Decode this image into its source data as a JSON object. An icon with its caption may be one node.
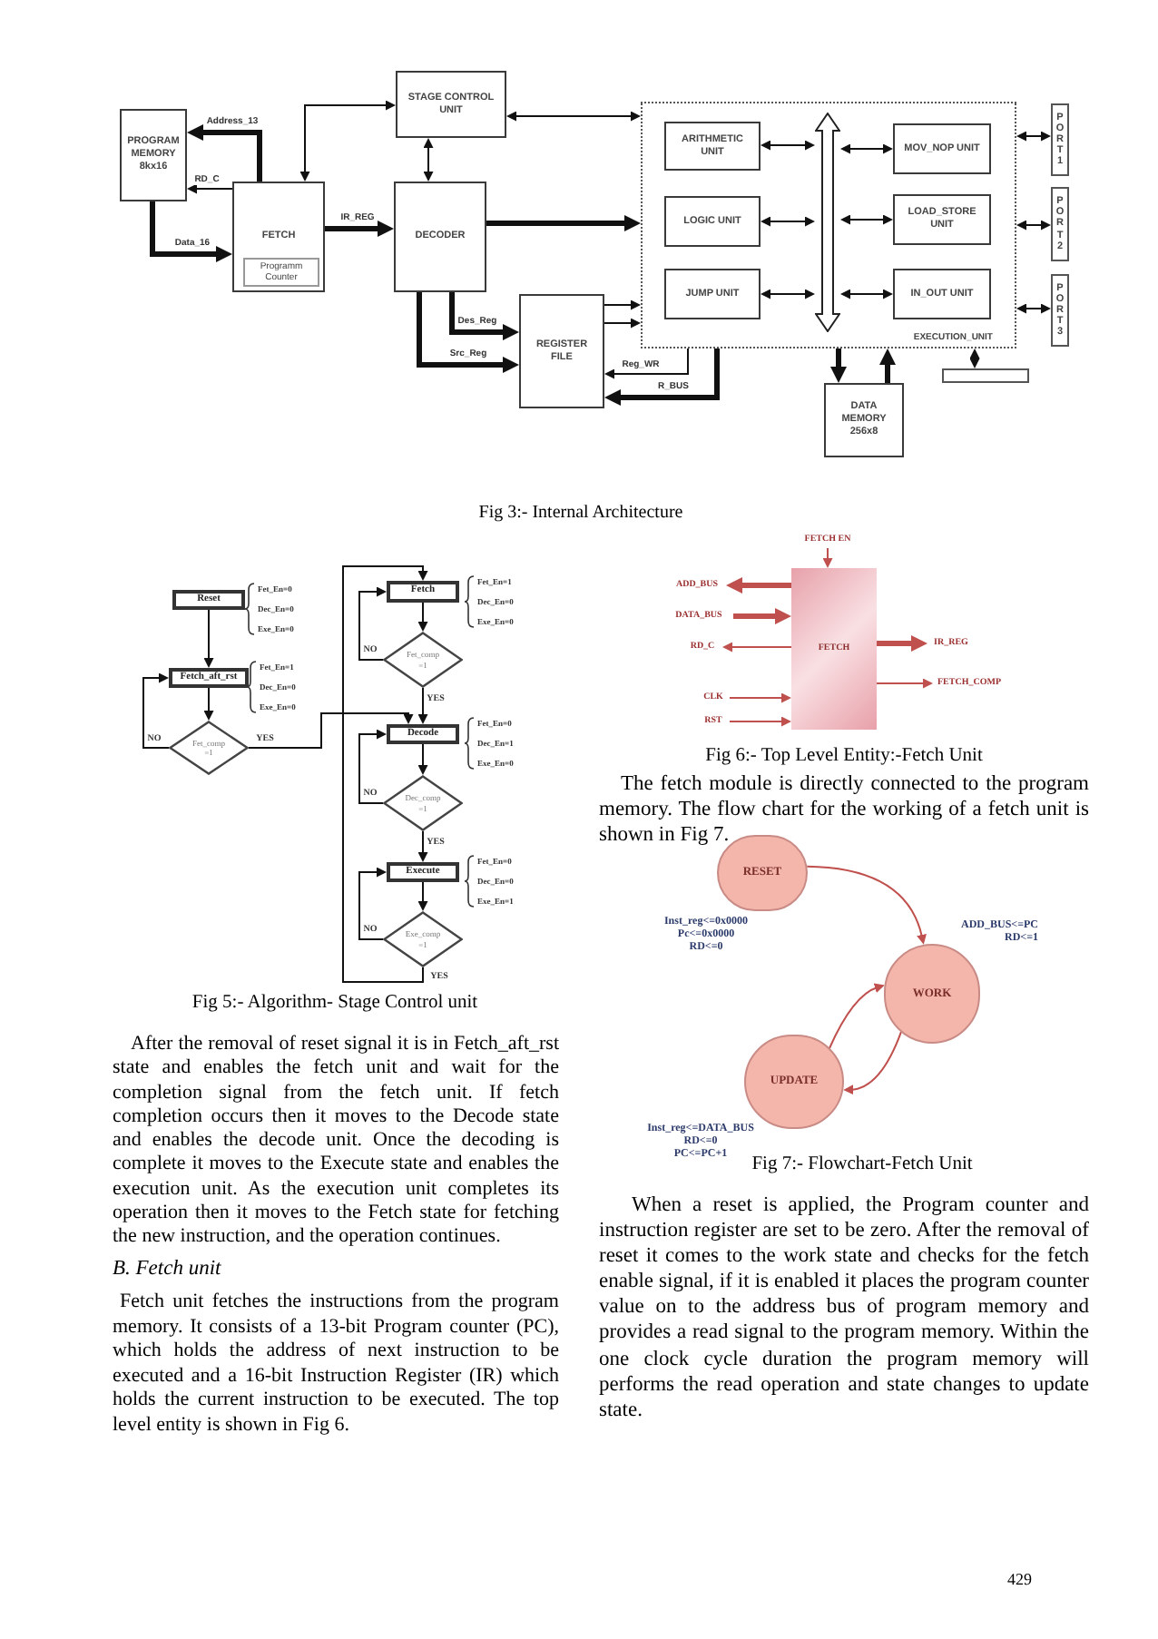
{
  "diagram": {
    "nodes": [
      {
        "text": [
          "PROGRAM MEMORY 8kx16"
        ]
      },
      {
        "text": [
          "FETCH"
        ]
      },
      {
        "text": [
          "Programm Counter"
        ],
        "in": 1
      },
      {
        "text": [
          "STAGE CONTROL UNIT"
        ]
      },
      {
        "text": [
          "DECODER"
        ]
      },
      {
        "text": [
          "REGISTER FILE"
        ]
      },
      {
        "text": [
          "EXECUTION_UNIT"
        ]
      },
      {
        "text": [
          "ARITHMETIC UNIT"
        ],
        "in": 6
      },
      {
        "text": [
          "LOGIC UNIT"
        ],
        "in": 6
      },
      {
        "text": [
          "JUMP UNIT"
        ],
        "in": 6
      },
      {
        "text": [],
        "shape": "bar",
        "in": 6
      },
      {
        "text": [
          "MOV_NOP UNIT"
        ],
        "in": 6
      },
      {
        "text": [
          "LOAD_STORE UNIT"
        ],
        "in": 6
      },
      {
        "text": [
          "IN_OUT UNIT"
        ],
        "in": 6
      },
      {
        "text": [
          "PORT1"
        ]
      },
      {
        "text": [
          "PORT2"
        ]
      },
      {
        "text": [
          "PORT3"
        ]
      },
      {
        "text": [],
        "shape": "box"
      },
      {
        "text": [
          "DATA MEMORY 256x8"
        ]
      },
      {
        "text": [
          "Reset"
        ],
        "beside": [
          "Fet_En=0",
          "Dec_En=0",
          "Exe_En=0"
        ]
      },
      {
        "text": [
          "Fetch_aft_rst"
        ],
        "beside": [
          "Fet_En=1",
          "Dec_En=0",
          "Exe_En=0"
        ]
      },
      {
        "text": [
          "Fet_comp =1"
        ]
      },
      {
        "text": [
          "Fetch"
        ],
        "beside": [
          "Fet_En=1",
          "Dec_En=0",
          "Exe_En=0"
        ]
      },
      {
        "text": [
          "Fet_comp =1"
        ]
      },
      {
        "text": [
          "Decode"
        ],
        "beside": [
          "Fet_En=0",
          "Dec_En=1",
          "Exe_En=0"
        ]
      },
      {
        "text": [
          "Dec_comp =1"
        ]
      },
      {
        "text": [
          "Execute"
        ],
        "beside": [
          "Fet_En=0",
          "Dec_En=0",
          "Exe_En=1"
        ]
      },
      {
        "text": [
          "Exe_comp =1"
        ]
      },
      {
        "text": [
          "FETCH EN"
        ]
      },
      {
        "text": [
          "ADD_BUS"
        ]
      },
      {
        "text": [
          "DATA_BUS"
        ]
      },
      {
        "text": [
          "RD_C"
        ]
      },
      {
        "text": [
          "FETCH"
        ]
      },
      {
        "text": [
          "IR_REG"
        ]
      },
      {
        "text": [
          "FETCH_COMP"
        ]
      },
      {
        "text": [
          "CLK"
        ]
      },
      {
        "text": [
          "RST"
        ]
      },
      {
        "text": [
          "RESET"
        ],
        "beside": [
          "Inst_reg<=0x0000",
          "Pc<=0x0000",
          "RD<=0"
        ]
      },
      {
        "text": [
          "WORK"
        ],
        "beside": [
          "ADD_BUS<=PC",
          "RD<=1"
        ]
      },
      {
        "text": [
          "UPDATE"
        ],
        "beside": [
          "Inst_reg<=DATA_BUS",
          "RD<=0",
          "PC<=PC+1"
        ]
      }
    ],
    "edges": [
      {
        "from": 1,
        "to": 0,
        "arrow": "to",
        "label": "Address_13",
        "style": "thick"
      },
      {
        "from": 1,
        "to": 0,
        "arrow": "to",
        "label": "RD_C"
      },
      {
        "from": 0,
        "to": 1,
        "arrow": "to",
        "label": "Data_16",
        "style": "thick"
      },
      {
        "from": 1,
        "to": 3,
        "arrow": "both"
      },
      {
        "from": 3,
        "to": 4,
        "arrow": "both"
      },
      {
        "from": 3,
        "to": 6,
        "arrow": "both"
      },
      {
        "from": 1,
        "to": 4,
        "arrow": "to",
        "label": "IR_REG",
        "style": "thick"
      },
      {
        "from": 4,
        "to": 6,
        "arrow": "to",
        "style": "thick"
      },
      {
        "from": 4,
        "to": 5,
        "arrow": "to",
        "label": "Des_Reg",
        "style": "thick"
      },
      {
        "from": 4,
        "to": 5,
        "arrow": "to",
        "label": "Src_Reg",
        "style": "thick"
      },
      {
        "from": 5,
        "to": 6,
        "arrow": "to"
      },
      {
        "from": 5,
        "to": 6,
        "arrow": "to"
      },
      {
        "from": 6,
        "to": 5,
        "arrow": "to",
        "label": "Reg_WR"
      },
      {
        "from": 6,
        "to": 5,
        "arrow": "to",
        "label": "R_BUS",
        "style": "thick"
      },
      {
        "from": 7,
        "to": 10,
        "arrow": "both"
      },
      {
        "from": 8,
        "to": 10,
        "arrow": "both"
      },
      {
        "from": 9,
        "to": 10,
        "arrow": "both"
      },
      {
        "from": 10,
        "to": 11,
        "arrow": "both"
      },
      {
        "from": 10,
        "to": 12,
        "arrow": "both"
      },
      {
        "from": 10,
        "to": 13,
        "arrow": "both"
      },
      {
        "from": 6,
        "to": 14,
        "arrow": "both"
      },
      {
        "from": 6,
        "to": 15,
        "arrow": "both"
      },
      {
        "from": 6,
        "to": 16,
        "arrow": "both"
      },
      {
        "from": 6,
        "to": 18,
        "arrow": "to",
        "style": "thick"
      },
      {
        "from": 18,
        "to": 6,
        "arrow": "to",
        "style": "thick"
      },
      {
        "from": 6,
        "to": 17,
        "arrow": "both"
      },
      {
        "from": 19,
        "to": 20,
        "arrow": "to"
      },
      {
        "from": 20,
        "to": 21,
        "arrow": "to"
      },
      {
        "from": 21,
        "to": 20,
        "arrow": "to",
        "label": "NO"
      },
      {
        "from": 21,
        "to": 24,
        "arrow": "to",
        "label": "YES"
      },
      {
        "from": 22,
        "to": 23,
        "arrow": "to"
      },
      {
        "from": 23,
        "to": 22,
        "arrow": "to",
        "label": "NO"
      },
      {
        "from": 23,
        "to": 24,
        "arrow": "to",
        "label": "YES"
      },
      {
        "from": 24,
        "to": 25,
        "arrow": "to"
      },
      {
        "from": 25,
        "to": 24,
        "arrow": "to",
        "label": "NO"
      },
      {
        "from": 25,
        "to": 26,
        "arrow": "to",
        "label": "YES"
      },
      {
        "from": 26,
        "to": 27,
        "arrow": "to"
      },
      {
        "from": 27,
        "to": 26,
        "arrow": "to",
        "label": "NO"
      },
      {
        "from": 27,
        "to": 22,
        "arrow": "to",
        "label": "YES"
      },
      {
        "from": 28,
        "to": 32,
        "arrow": "to",
        "color": "#c0504d"
      },
      {
        "from": 32,
        "to": 29,
        "arrow": "to",
        "style": "thick",
        "color": "#c0504d"
      },
      {
        "from": 30,
        "to": 32,
        "arrow": "to",
        "style": "thick",
        "color": "#c0504d"
      },
      {
        "from": 32,
        "to": 31,
        "arrow": "to",
        "color": "#c0504d"
      },
      {
        "from": 32,
        "to": 33,
        "arrow": "to",
        "style": "thick",
        "color": "#c0504d"
      },
      {
        "from": 32,
        "to": 34,
        "arrow": "to",
        "color": "#c0504d"
      },
      {
        "from": 35,
        "to": 32,
        "arrow": "to",
        "color": "#c0504d"
      },
      {
        "from": 36,
        "to": 32,
        "arrow": "to",
        "color": "#c0504d"
      },
      {
        "from": 37,
        "to": 38,
        "arrow": "to",
        "color": "#c0504d"
      },
      {
        "from": 39,
        "to": 38,
        "arrow": "to",
        "color": "#c0504d"
      },
      {
        "from": 38,
        "to": 39,
        "arrow": "to",
        "color": "#c0504d"
      }
    ],
    "labels": [
      "Fig 3:- Internal Architecture",
      "Fig 5:- Algorithm- Stage Control unit",
      "After the removal of reset signal it is in Fetch_aft_rst state and enables the fetch unit and wait for the completion signal from the fetch unit. If fetch completion occurs then it moves to the Decode state and enables the decode unit. Once the decoding is complete it moves to the Execute state and enables the execution unit. As the execution unit completes its operation then it moves to the Fetch state for fetching the new instruction, and the operation continues.",
      "B. Fetch unit",
      "Fetch unit fetches the instructions from the program memory. It consists of a 13-bit Program counter (PC), which holds the address of next instruction to be executed and a 16-bit Instruction Register (IR) which holds the current instruction to be executed. The top level entity is shown in Fig 6.",
      "Fig 6:- Top Level Entity:-Fetch Unit",
      "The fetch module is directly connected to the program memory. The flow chart for the working of a fetch unit is shown in Fig 7.",
      "Fig 7:- Flowchart-Fetch Unit",
      "When a reset is applied, the Program counter and instruction register are set to be zero. After the removal of reset it comes to the work state and checks for the fetch enable signal, if it is enabled it places the program counter value on to the address bus of program memory and provides a read signal to the program memory. Within the one clock cycle duration the program memory will performs the read operation and state changes to update state.",
      "429"
    ]
  }
}
